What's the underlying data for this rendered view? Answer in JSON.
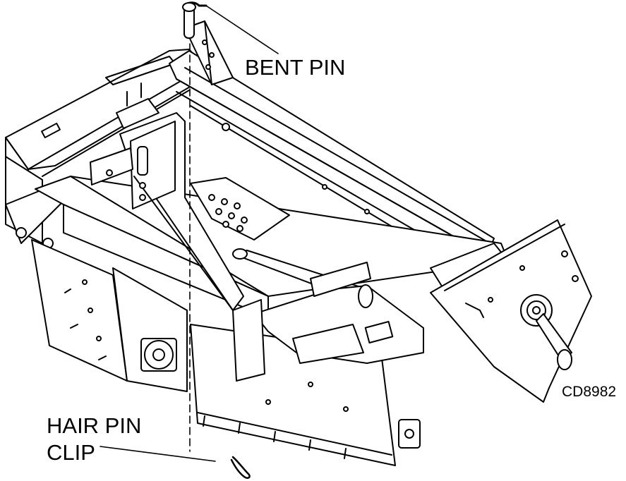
{
  "labels": {
    "bent_pin": "BENT PIN",
    "hair_pin_line1": "HAIR PIN",
    "hair_pin_line2": "CLIP",
    "drawing_code": "CD8982"
  },
  "colors": {
    "line": "#000000",
    "fill": "#ffffff"
  }
}
